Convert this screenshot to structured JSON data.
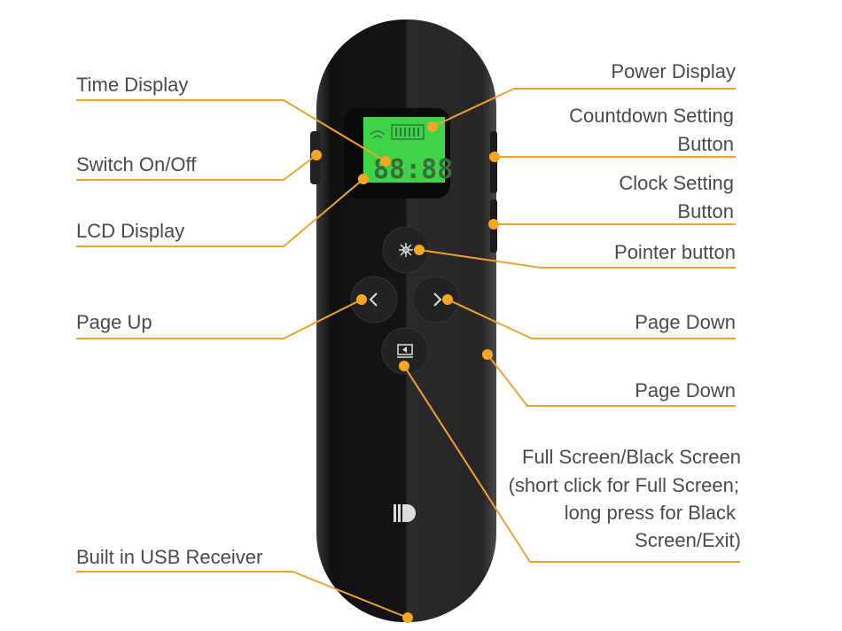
{
  "labels": {
    "time_display": "Time Display",
    "switch": "Switch On/Off",
    "lcd_display": "LCD Display",
    "page_up": "Page Up",
    "usb_receiver": "Built in USB Receiver",
    "power_display": "Power Display",
    "countdown": [
      "Countdown Setting",
      "Button"
    ],
    "clock": [
      "Clock Setting",
      "Button"
    ],
    "pointer": "Pointer button",
    "page_down_1": "Page Down",
    "page_down_2": "Page Down",
    "full_screen": [
      "Full Screen/Black Screen",
      "(short click for Full Screen;",
      "long press for Black",
      "Screen/Exit)"
    ]
  },
  "lcd": {
    "time": "88:88"
  },
  "colors": {
    "accent": "#f5a623",
    "lcd": "#3fd34a",
    "body": "#1c1c1c"
  }
}
